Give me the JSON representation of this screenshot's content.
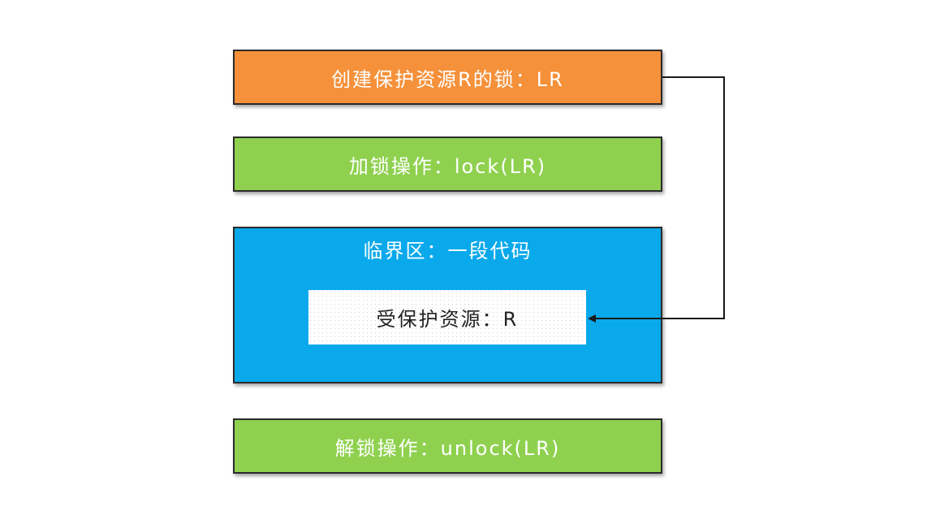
{
  "boxes": {
    "create_lock": {
      "label": "创建保护资源R的锁：LR",
      "color": "#f5913a"
    },
    "lock_op": {
      "label": "加锁操作：lock(LR)",
      "color": "#8fd14f"
    },
    "critical_section": {
      "label": "临界区：一段代码",
      "color": "#0aa9eb"
    },
    "protected_resource": {
      "label": "受保护资源：R",
      "color": "#ffffff"
    },
    "unlock_op": {
      "label": "解锁操作：unlock(LR)",
      "color": "#8fd14f"
    }
  },
  "connector": {
    "from": "create_lock",
    "to": "protected_resource",
    "color": "#1a1a1a"
  }
}
